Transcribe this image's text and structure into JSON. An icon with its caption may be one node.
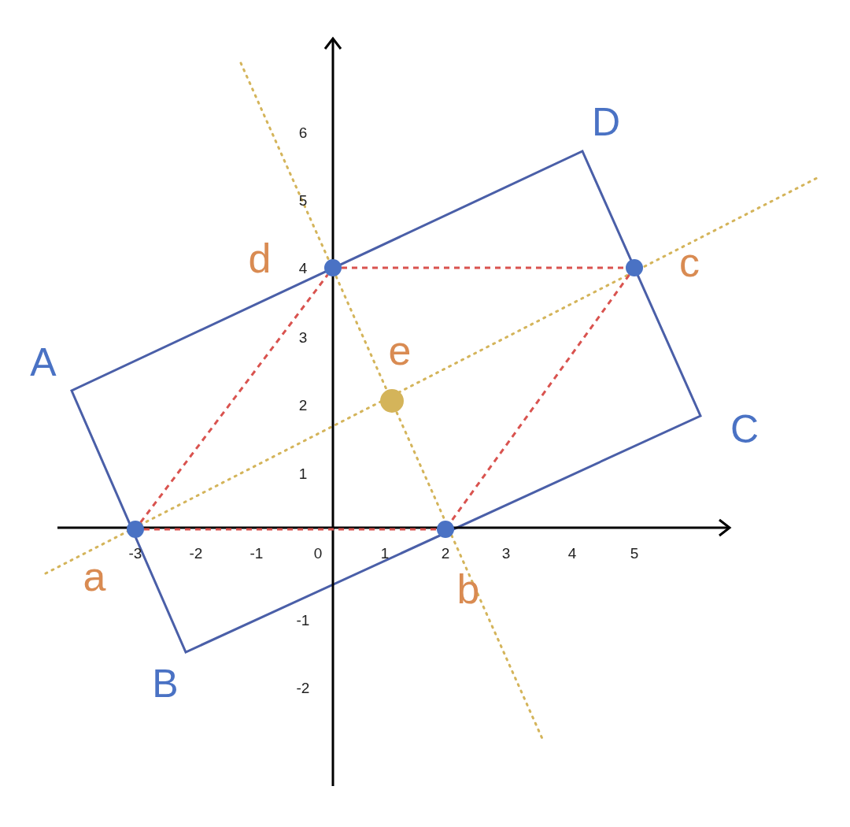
{
  "diagram": {
    "nodes": [
      {
        "text": [],
        "shape": "circle",
        "beside": [
          "a"
        ]
      },
      {
        "text": [],
        "shape": "circle",
        "beside": [
          "b"
        ]
      },
      {
        "text": [],
        "shape": "circle",
        "beside": [
          "c"
        ]
      },
      {
        "text": [],
        "shape": "circle",
        "beside": [
          "d"
        ]
      },
      {
        "text": [],
        "shape": "circle",
        "beside": [
          "e"
        ]
      }
    ],
    "edges": [
      {
        "from": 0,
        "to": 3,
        "arrow": "none",
        "style": "dashed"
      },
      {
        "from": 3,
        "to": 2,
        "arrow": "none",
        "style": "dashed"
      },
      {
        "from": 2,
        "to": 1,
        "arrow": "none",
        "style": "dashed"
      },
      {
        "from": 0,
        "to": 1,
        "arrow": "none",
        "style": "dashed"
      }
    ],
    "labels": [
      "D",
      "6",
      "5",
      "4",
      "3",
      "A",
      "2",
      "C",
      "1",
      "-3",
      "-2",
      "-1",
      "0",
      "1",
      "2",
      "3",
      "4",
      "5",
      "-1",
      "B",
      "-2"
    ]
  }
}
